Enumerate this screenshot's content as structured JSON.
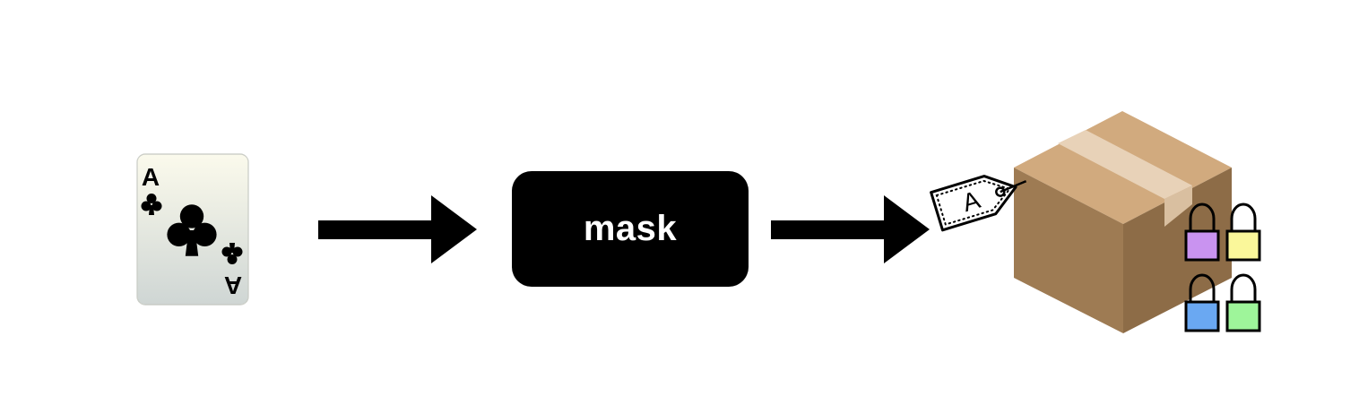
{
  "card": {
    "rank": "A",
    "suit_icon": "club-icon"
  },
  "process": {
    "label": "mask"
  },
  "output": {
    "tag_text": "A",
    "box_icon": "cardboard-box-icon",
    "locks": [
      {
        "name": "lock-purple",
        "color": "#c993f0"
      },
      {
        "name": "lock-yellow",
        "color": "#faf79a"
      },
      {
        "name": "lock-blue",
        "color": "#6aa8f2"
      },
      {
        "name": "lock-green",
        "color": "#9ef59a"
      }
    ]
  },
  "colors": {
    "box_top": "#d1aa7e",
    "box_left": "#9e7b53",
    "box_right": "#8d6c47",
    "tape": "#e8d2b8"
  }
}
